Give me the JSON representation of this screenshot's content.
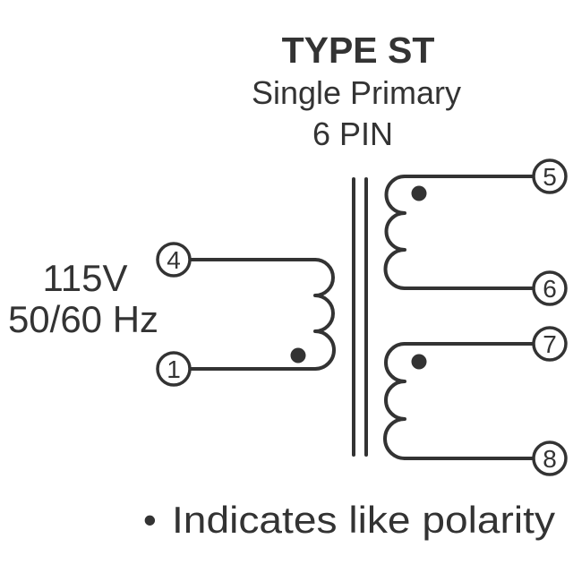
{
  "header": {
    "title": "TYPE ST",
    "subtitle": "Single Primary",
    "pin_count": "6 PIN"
  },
  "primary": {
    "voltage": "115V",
    "frequency": "50/60 Hz",
    "pins": [
      "4",
      "1"
    ]
  },
  "secondary": {
    "upper_pins": [
      "5",
      "6"
    ],
    "lower_pins": [
      "7",
      "8"
    ]
  },
  "legend": {
    "bullet": "•",
    "text": "Indicates like polarity"
  }
}
